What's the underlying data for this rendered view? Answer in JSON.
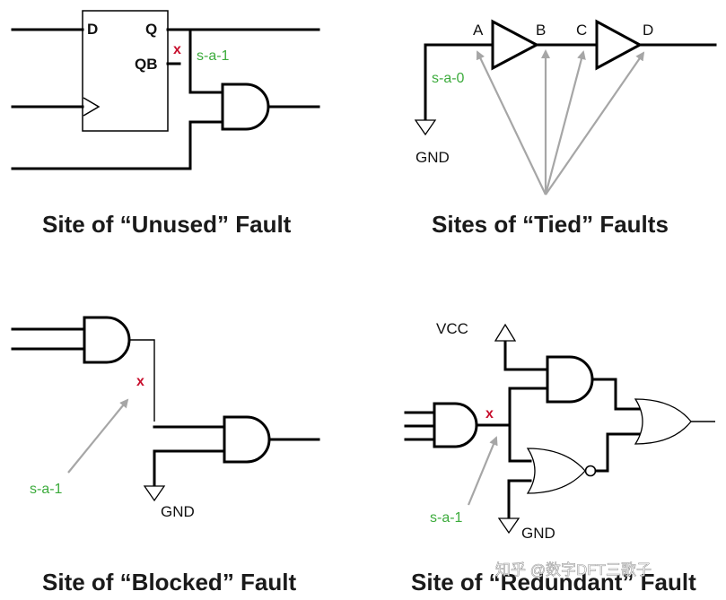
{
  "colors": {
    "fault_label": "#3cab3c",
    "fault_mark": "#c8102e",
    "arrow": "#a6a6a6",
    "wire": "#000000"
  },
  "panels": {
    "unused": {
      "caption": "Site of “Unused” Fault",
      "pin_d": "D",
      "pin_q": "Q",
      "pin_qb": "QB",
      "fault_mark": "x",
      "fault_label": "s-a-1"
    },
    "tied": {
      "caption": "Sites of “Tied” Faults",
      "node_a": "A",
      "node_b": "B",
      "node_c": "C",
      "node_d": "D",
      "fault_label": "s-a-0",
      "gnd": "GND"
    },
    "blocked": {
      "caption": "Site of “Blocked” Fault",
      "fault_mark": "x",
      "fault_label": "s-a-1",
      "gnd": "GND"
    },
    "redundant": {
      "caption": "Site of “Redundant” Fault",
      "vcc": "VCC",
      "gnd": "GND",
      "fault_mark": "x",
      "fault_label": "s-a-1"
    }
  },
  "watermark": "知乎 @数字DFT三歌子"
}
